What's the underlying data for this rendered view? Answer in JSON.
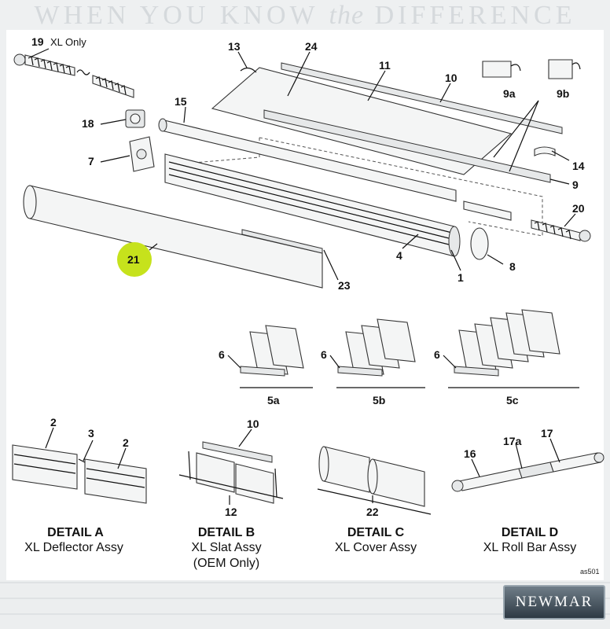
{
  "banner": {
    "part1": "WHEN YOU KNOW",
    "part2": "the",
    "part3": "DIFFERENCE"
  },
  "labels": {
    "p19": "19",
    "p19_note": "XL Only",
    "p13": "13",
    "p24": "24",
    "p11": "11",
    "p10": "10",
    "p9a": "9a",
    "p9b": "9b",
    "p18": "18",
    "p15": "15",
    "p7": "7",
    "p14": "14",
    "p9": "9",
    "p20": "20",
    "p21": "21",
    "p4": "4",
    "p8": "8",
    "p1": "1",
    "p23": "23",
    "p6a": "6",
    "p6b": "6",
    "p6c": "6",
    "p5a": "5a",
    "p5b": "5b",
    "p5c": "5c",
    "p2a": "2",
    "p3": "3",
    "p2b": "2",
    "p10b": "10",
    "p12": "12",
    "p22": "22",
    "p16": "16",
    "p17a": "17a",
    "p17": "17"
  },
  "details": {
    "a_head": "DETAIL A",
    "a_name": "XL Deflector Assy",
    "b_head": "DETAIL B",
    "b_name": "XL Slat Assy",
    "b_note": "(OEM Only)",
    "c_head": "DETAIL C",
    "c_name": "XL Cover Assy",
    "d_head": "DETAIL D",
    "d_name": "XL Roll Bar Assy"
  },
  "diagram_code": "as501",
  "logo_text": "NEWMAR",
  "colors": {
    "highlight": "#c6e21c",
    "line": "#111111",
    "banner": "#d5d9dc"
  }
}
